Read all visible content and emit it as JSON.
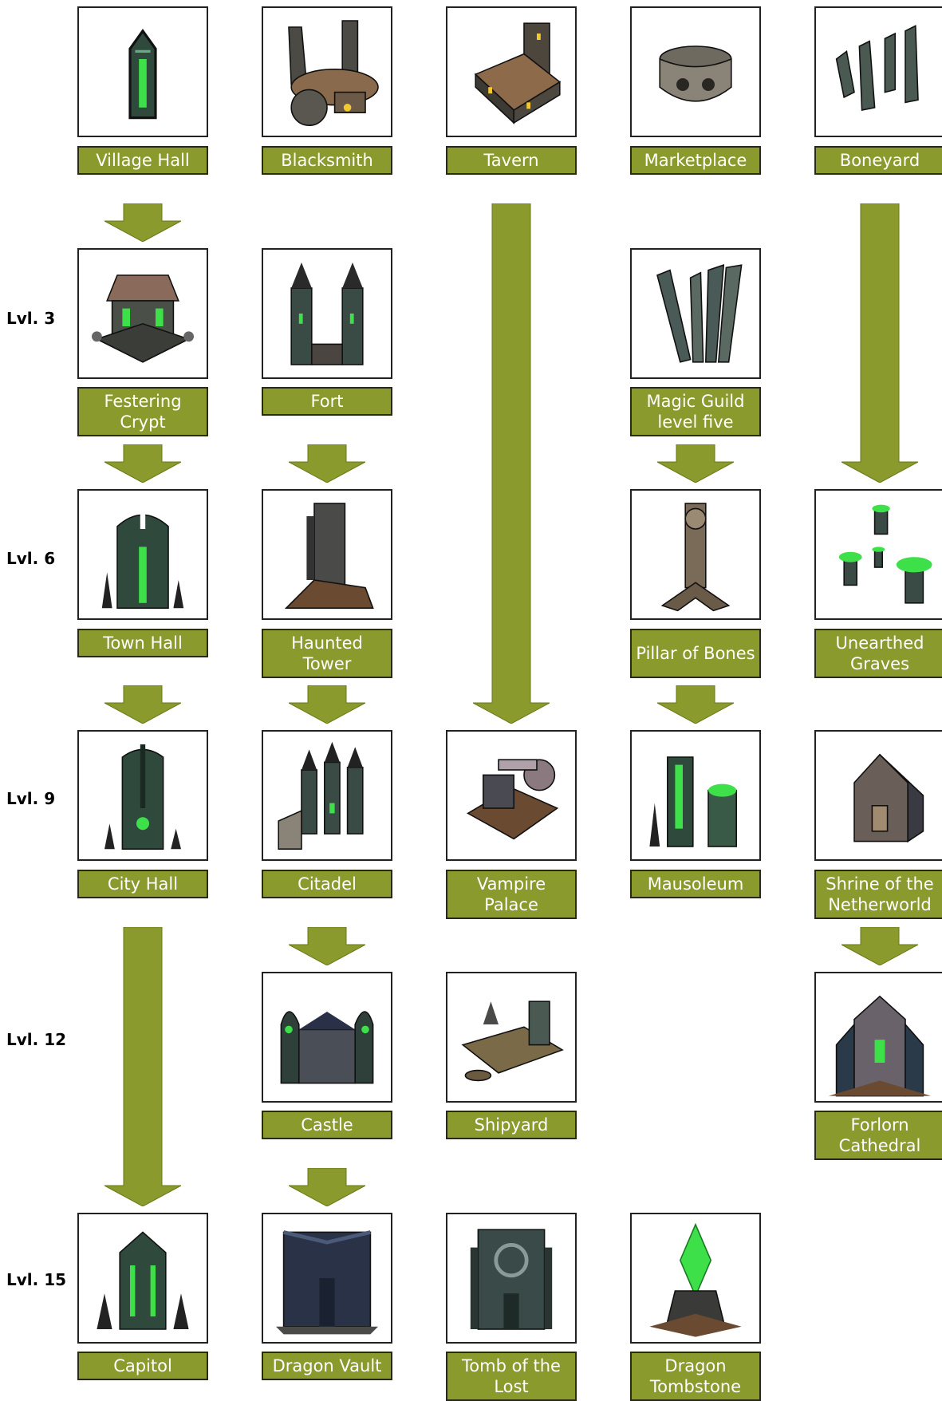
{
  "levels": [
    "Lvl. 3",
    "Lvl. 6",
    "Lvl. 9",
    "Lvl. 12",
    "Lvl. 15"
  ],
  "buildings": {
    "village_hall": "Village Hall",
    "blacksmith": "Blacksmith",
    "tavern": "Tavern",
    "marketplace": "Marketplace",
    "boneyard": "Boneyard",
    "festering_crypt": "Festering Crypt",
    "fort": "Fort",
    "magic_guild": "Magic Guild level five",
    "town_hall": "Town Hall",
    "haunted_tower": "Haunted Tower",
    "pillar_of_bones": "Pillar of Bones",
    "unearthed_graves": "Unearthed Graves",
    "city_hall": "City Hall",
    "citadel": "Citadel",
    "vampire_palace": "Vampire Palace",
    "mausoleum": "Mausoleum",
    "shrine": "Shrine of the Netherworld",
    "castle": "Castle",
    "shipyard": "Shipyard",
    "forlorn_cathedral": "Forlorn Cathedral",
    "capitol": "Capitol",
    "dragon_vault": "Dragon Vault",
    "tomb_of_the_lost": "Tomb of the Lost",
    "dragon_tombstone": "Dragon Tombstone"
  },
  "colors": {
    "label_bg": "#8a9a2c",
    "arrow": "#8a9a2c",
    "glow": "#3ee04a"
  }
}
